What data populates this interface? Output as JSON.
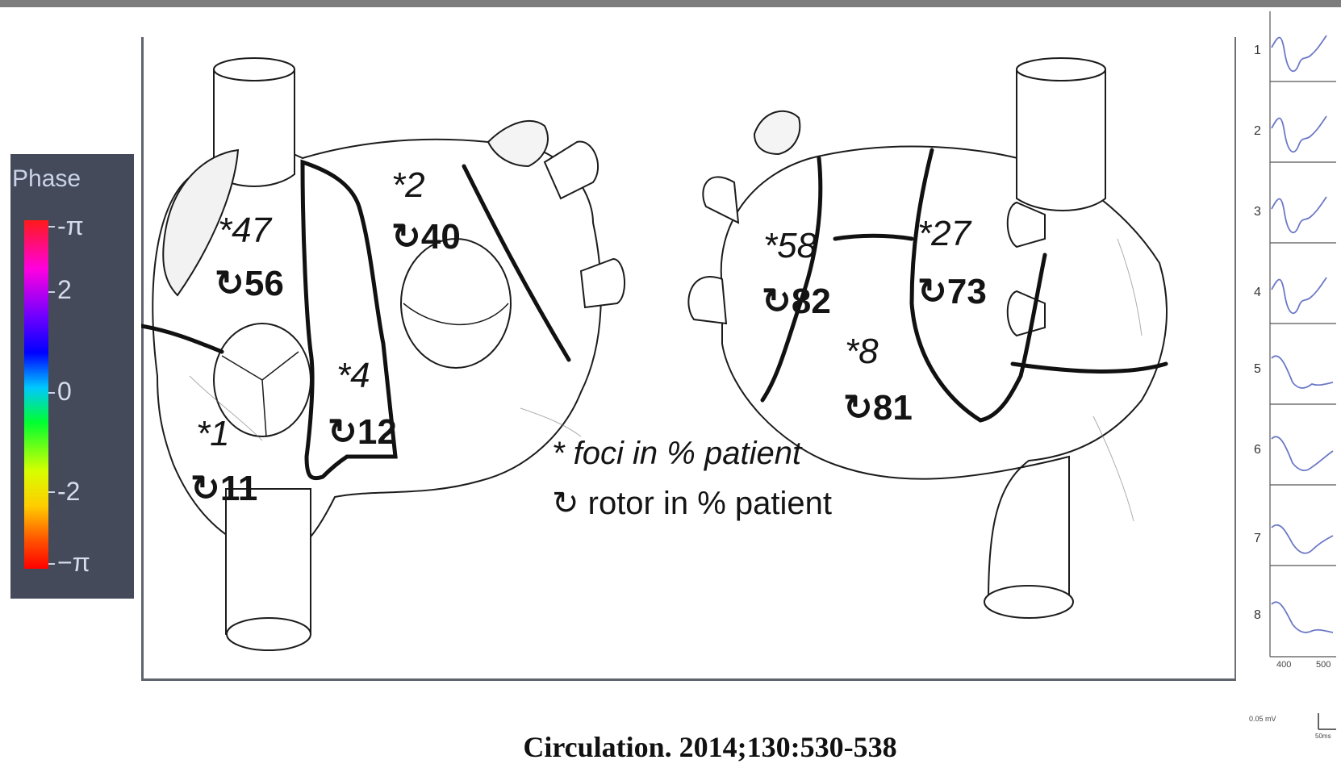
{
  "colorbar": {
    "title": "Phase",
    "labels": [
      "-π",
      "2",
      "0",
      "-2",
      "−π"
    ]
  },
  "regions": {
    "left_upper": {
      "foci": "*47",
      "rotor": "↻56"
    },
    "left_mid": {
      "foci": "*2",
      "rotor": "↻40"
    },
    "left_septal": {
      "foci": "*4",
      "rotor": "↻12"
    },
    "left_lower": {
      "foci": "*1",
      "rotor": "↻11"
    },
    "right_a": {
      "foci": "*58",
      "rotor": "↻82"
    },
    "right_b": {
      "foci": "*27",
      "rotor": "↻73"
    },
    "right_c": {
      "foci": "*8",
      "rotor": "↻81"
    }
  },
  "legend": {
    "foci": "* foci in % patient",
    "rotor": "↻ rotor in % patient"
  },
  "traces": {
    "numbers": [
      "1",
      "2",
      "3",
      "4",
      "5",
      "6",
      "7",
      "8"
    ],
    "x_ticks": [
      "400",
      "500"
    ],
    "scale_voltage": "0.05 mV",
    "scale_time": "50ms"
  },
  "citation": "Circulation. 2014;130:530-538"
}
